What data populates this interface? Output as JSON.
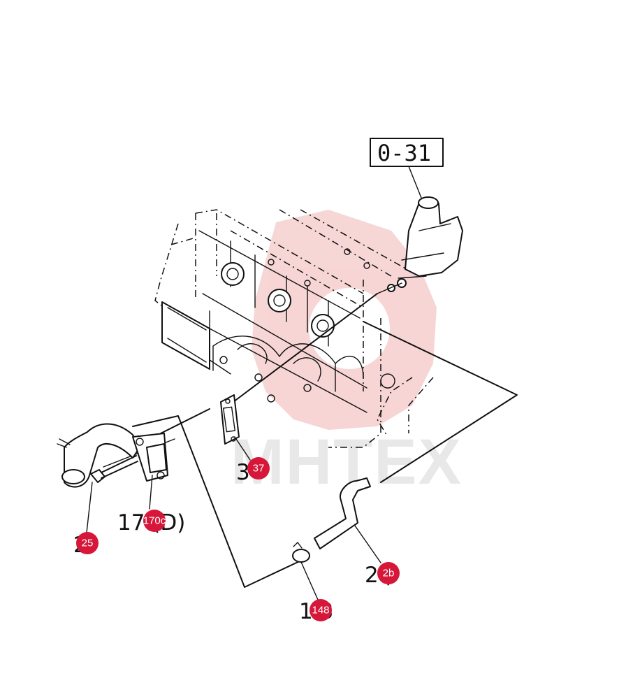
{
  "reference_box": {
    "label": "0-31"
  },
  "watermark": {
    "text": "MHTEX",
    "color": "#f4cccc"
  },
  "callouts": [
    {
      "id": "37",
      "printed_text": "3",
      "color": "#d6173a"
    },
    {
      "id": "170c",
      "printed_text": "17 (D)",
      "color": "#d6173a"
    },
    {
      "id": "25",
      "printed_text": "2",
      "color": "#d6173a"
    },
    {
      "id": "2b",
      "printed_text": "2 )",
      "color": "#d6173a"
    },
    {
      "id": "148",
      "printed_text": "1 3",
      "color": "#d6173a"
    }
  ]
}
